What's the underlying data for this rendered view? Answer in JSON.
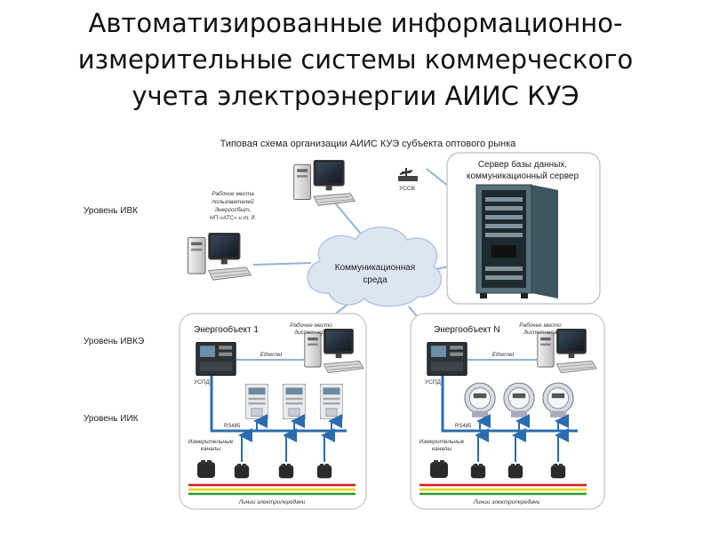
{
  "slide": {
    "title_lines": [
      "Автоматизированные информационно-",
      "измерительные системы коммерческого",
      "учета электроэнергии АИИС КУЭ"
    ]
  },
  "diagram": {
    "caption": "Типовая схема организации АИИС КУЭ субъекта оптового рынка",
    "levels": {
      "ivk": "Уровень ИВК",
      "ivke": "Уровень ИВКЭ",
      "iik": "Уровень ИИК"
    },
    "server_label_1": "Сервер базы данных,",
    "server_label_2": "коммуникационный сервер",
    "time_sync": "УССВ",
    "workstations_note": [
      "Рабочие места",
      "пользователей",
      "Энергосбыт,",
      "НП «АТС» и т. д."
    ],
    "cloud_label_1": "Коммуникационная",
    "cloud_label_2": "среда",
    "objects": [
      {
        "name": "Энергообъект 1",
        "dispatcher": [
          "Рабочее место",
          "диспетчера"
        ],
        "uspd": "УСПД",
        "ethernet": "Ethernet",
        "rs485": "RS485",
        "channels": [
          "Измерительные",
          "каналы"
        ],
        "power_lines": "Линии электропередачи"
      },
      {
        "name": "Энергообъект N",
        "dispatcher": [
          "Рабочее место",
          "диспетчера"
        ],
        "uspd": "УСПД",
        "ethernet": "Ethernet",
        "rs485": "RS485",
        "channels": [
          "Измерительные",
          "каналы"
        ],
        "power_lines": "Линии электропередачи"
      }
    ],
    "colors": {
      "bus": "#2b6cb0",
      "link": "#8fb3d6",
      "line_red": "#d21f1f",
      "line_yellow": "#e8d000",
      "line_green": "#2e9a2e",
      "rack": "#56707a"
    }
  }
}
